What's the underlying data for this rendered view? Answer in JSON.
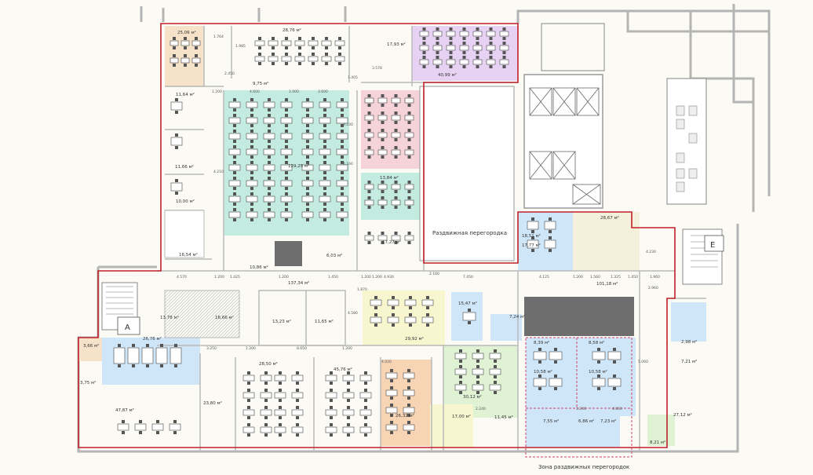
{
  "plan": {
    "colors": {
      "background": "#fbfaf4",
      "wall": "#b4b4b4",
      "outline": "#c0202a",
      "open_space": "#c4ebe0",
      "pink_room": "#f5d3d9",
      "violet_room": "#e8d2f4",
      "peach_room": "#f6e2c9",
      "yellow_room": "#f7f6cf",
      "orange_room": "#f7d5b4",
      "blue_room": "#cfe6f8",
      "green_room": "#dff2d4",
      "cream_room": "#f5f0dc",
      "partition": "#d0406a"
    },
    "axes": {
      "a": "A",
      "e": "E"
    },
    "captions": {
      "sliding_partition": "Раздвижная перегородка",
      "sliding_zone": "Зона раздвижных перегородок"
    },
    "areas": [
      "25,06 м²",
      "28,76 м²",
      "17,93 м²",
      "40,99 м²",
      "9,75 м²",
      "11,64 м²",
      "11,66 м²",
      "10,00 м²",
      "16,54 м²",
      "129,25 м²",
      "13,84 м²",
      "17,27 м²",
      "10,86 м²",
      "6,03 м²",
      "18,51 м²",
      "17,77 м²",
      "28,67 м²",
      "137,34 м²",
      "101,18 м²",
      "13,78 м²",
      "16,66 м²",
      "13,23 м²",
      "11,65 м²",
      "29,92 м²",
      "15,47 м²",
      "7,24 м²",
      "26,76 м²",
      "3,66 м²",
      "3,75 м²",
      "28,50 м²",
      "45,76 м²",
      "8,39 м²",
      "8,58 м²",
      "10,58 м²",
      "10,58 м²",
      "2,98 м²",
      "7,21 м²",
      "47,87 м²",
      "23,80 м²",
      "26,32 м²",
      "17,00 м²",
      "11,45 м²",
      "30,12 м²",
      "7,55 м²",
      "6,86 м²",
      "7,23 м²",
      "27,12 м²",
      "8,21 м²"
    ],
    "dimensions": [
      "1.764",
      "1.985",
      "2.450",
      "3.578",
      "1.200",
      "4.600",
      "1.000",
      "3.600",
      "1.405",
      "9.100",
      "4.160",
      "4.210",
      "1.200",
      "1.425",
      "4.570",
      "1.200",
      "1.450",
      "4.930",
      "1.200",
      "7.450",
      "4.125",
      "1.200",
      "1.560",
      "1.325",
      "1.450",
      "1.960",
      "1.200",
      "1.870",
      "4.580",
      "4.230",
      "2.160",
      "2.960",
      "1.200",
      "8.650",
      "3.250",
      "1.200",
      "2.240",
      "1.200",
      "4.060",
      "5.060",
      "4.020"
    ]
  }
}
